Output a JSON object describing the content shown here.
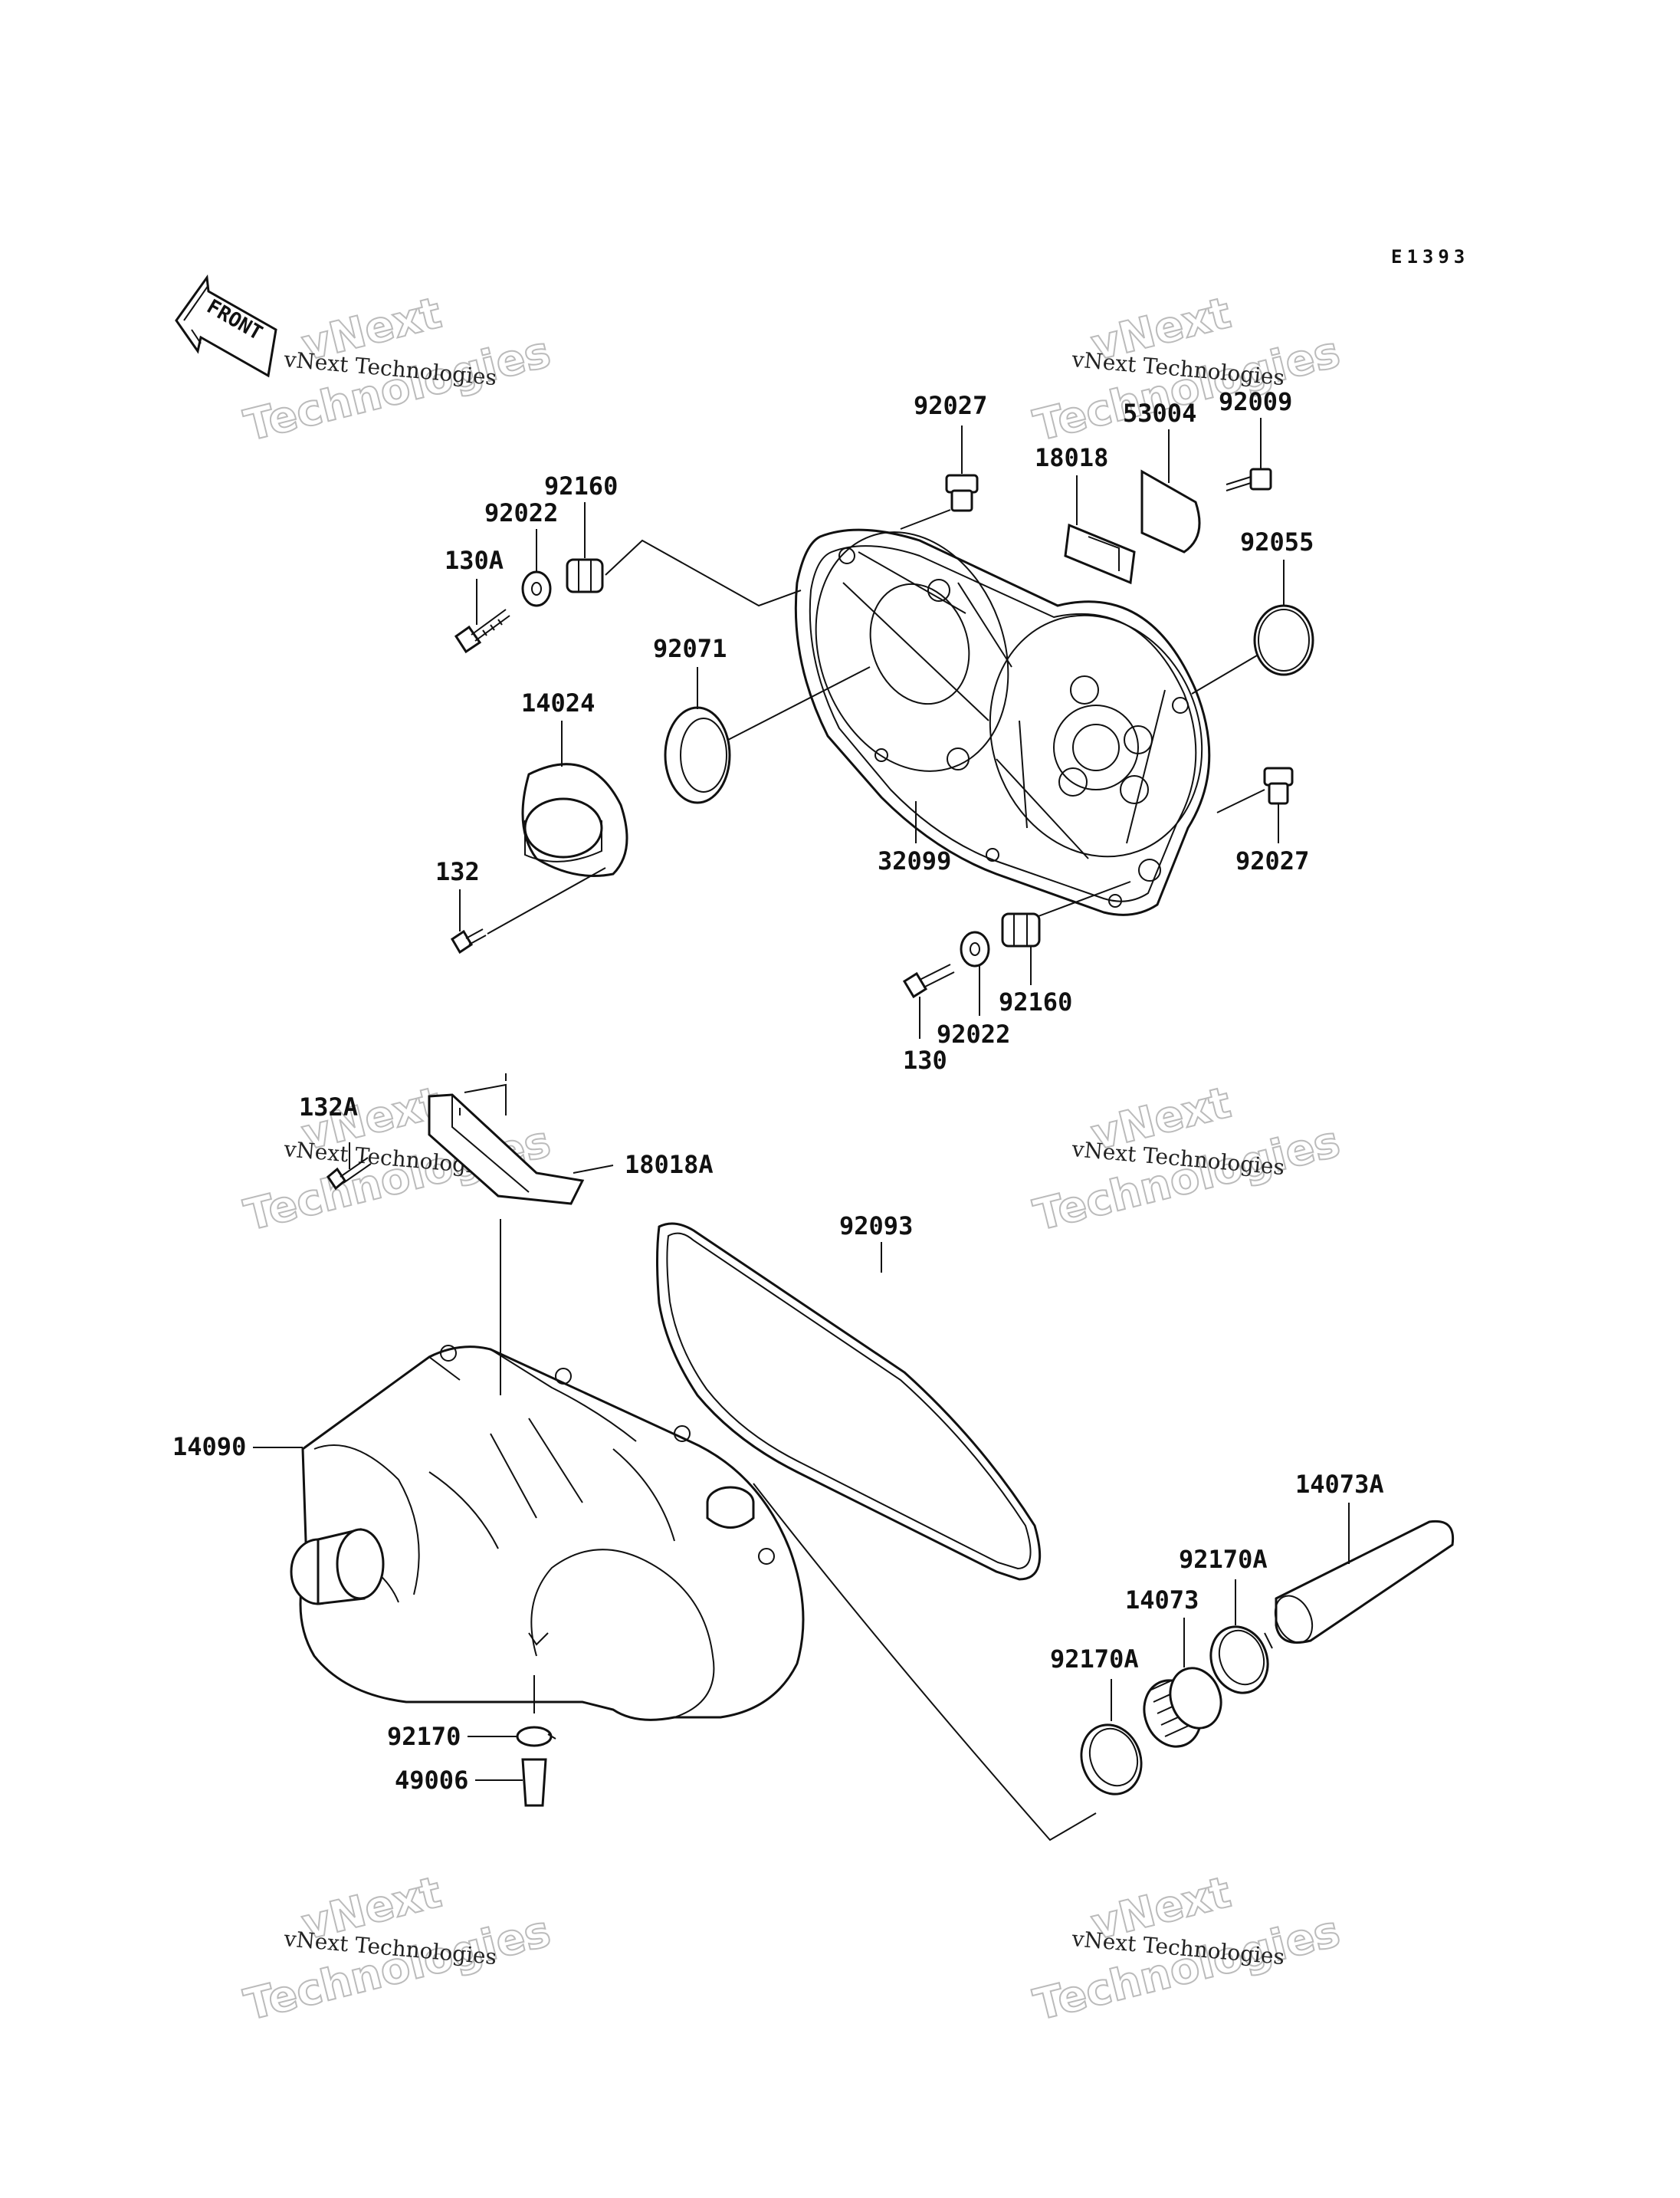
{
  "diagram": {
    "code": "E1393",
    "front_label": "FRONT",
    "watermark_line1": "vNext Technologies",
    "watermark_line2": "vNext",
    "watermark_line3": "Technologies"
  },
  "parts": {
    "p92027_top": "92027",
    "p53004": "53004",
    "p92009": "92009",
    "p18018": "18018",
    "p92160_top": "92160",
    "p92022_top": "92022",
    "p130A": "130A",
    "p92055": "92055",
    "p92071": "92071",
    "p14024": "14024",
    "p32099": "32099",
    "p92027_right": "92027",
    "p132": "132",
    "p92160_bot": "92160",
    "p92022_bot": "92022",
    "p130": "130",
    "p132A": "132A",
    "p18018A": "18018A",
    "p92093": "92093",
    "p14090": "14090",
    "p14073A": "14073A",
    "p92170A_top": "92170A",
    "p14073": "14073",
    "p92170A_bot": "92170A",
    "p92170": "92170",
    "p49006": "49006"
  }
}
